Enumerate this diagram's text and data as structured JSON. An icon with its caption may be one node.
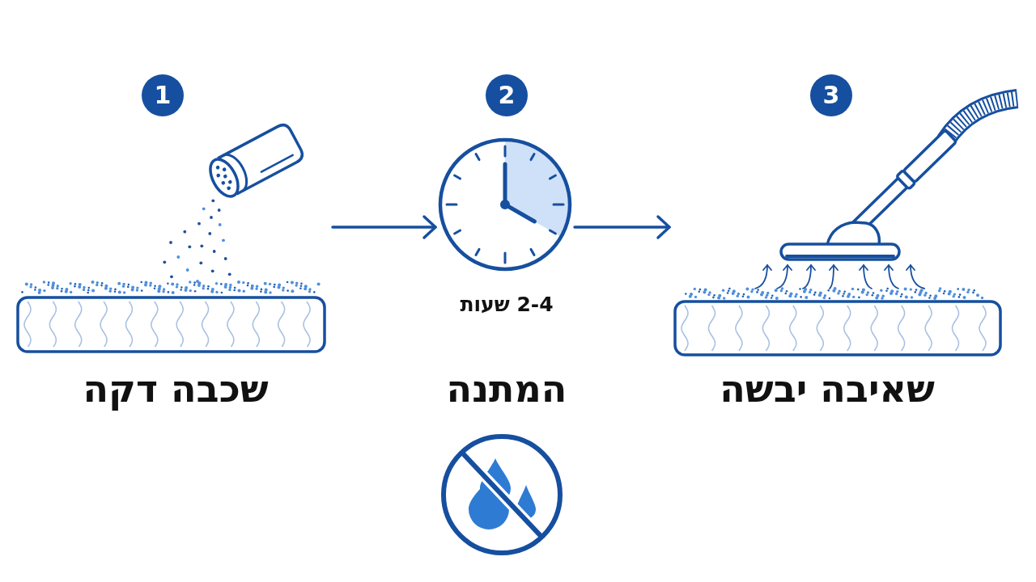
{
  "diagram": {
    "nodes": [
      {
        "text": [
          "1"
        ]
      },
      {
        "text": [],
        "shape": "picture",
        "beside": [
          "שכבה דקה"
        ]
      },
      {
        "text": [
          "2"
        ]
      },
      {
        "text": [],
        "shape": "picture",
        "beside": [
          "2-4 שעות",
          "המתנה"
        ]
      },
      {
        "text": [
          "3"
        ]
      },
      {
        "text": [],
        "shape": "picture",
        "beside": [
          "שאיבה יבשה"
        ]
      }
    ],
    "edges": [
      {
        "from": 1,
        "to": 3,
        "arrow": "to"
      },
      {
        "from": 3,
        "to": 5,
        "arrow": "to"
      }
    ]
  }
}
